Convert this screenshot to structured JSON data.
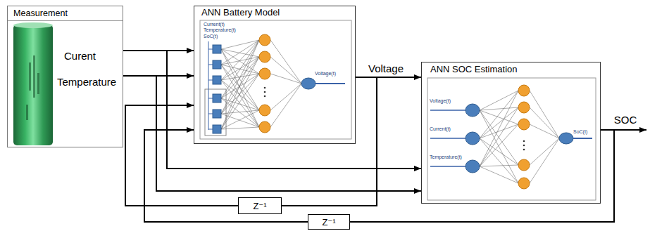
{
  "diagram": {
    "nodes": [
      {
        "text": [
          "Measurement",
          "Curent",
          "Temperature"
        ]
      },
      {
        "text": [
          "ANN Battery Model"
        ]
      },
      {
        "text": [
          "ANN SOC Estimation"
        ]
      },
      {
        "text": [
          "Z⁻¹"
        ]
      },
      {
        "text": [
          "Z⁻¹"
        ]
      }
    ],
    "edges": [
      {
        "from": 0,
        "to": 1,
        "arrow": "to"
      },
      {
        "from": 0,
        "to": 1,
        "arrow": "to"
      },
      {
        "from": 0,
        "to": 2,
        "arrow": "to"
      },
      {
        "from": 0,
        "to": 2,
        "arrow": "to"
      },
      {
        "from": 1,
        "to": 2,
        "label": "Voltage",
        "arrow": "to"
      },
      {
        "from": 1,
        "to": 3,
        "arrow": "none"
      },
      {
        "from": 3,
        "to": 1,
        "arrow": "to"
      },
      {
        "from": 2,
        "to": 4,
        "label": "SOC",
        "arrow": "none"
      },
      {
        "from": 4,
        "to": 1,
        "arrow": "to"
      }
    ],
    "labels": [
      "Current(t)",
      "Temperature(t)",
      "SoC(t)",
      "Voltage(t)",
      "Voltage(t)",
      "Current(t)",
      "Temperature(t)",
      "SoC(t)"
    ]
  }
}
